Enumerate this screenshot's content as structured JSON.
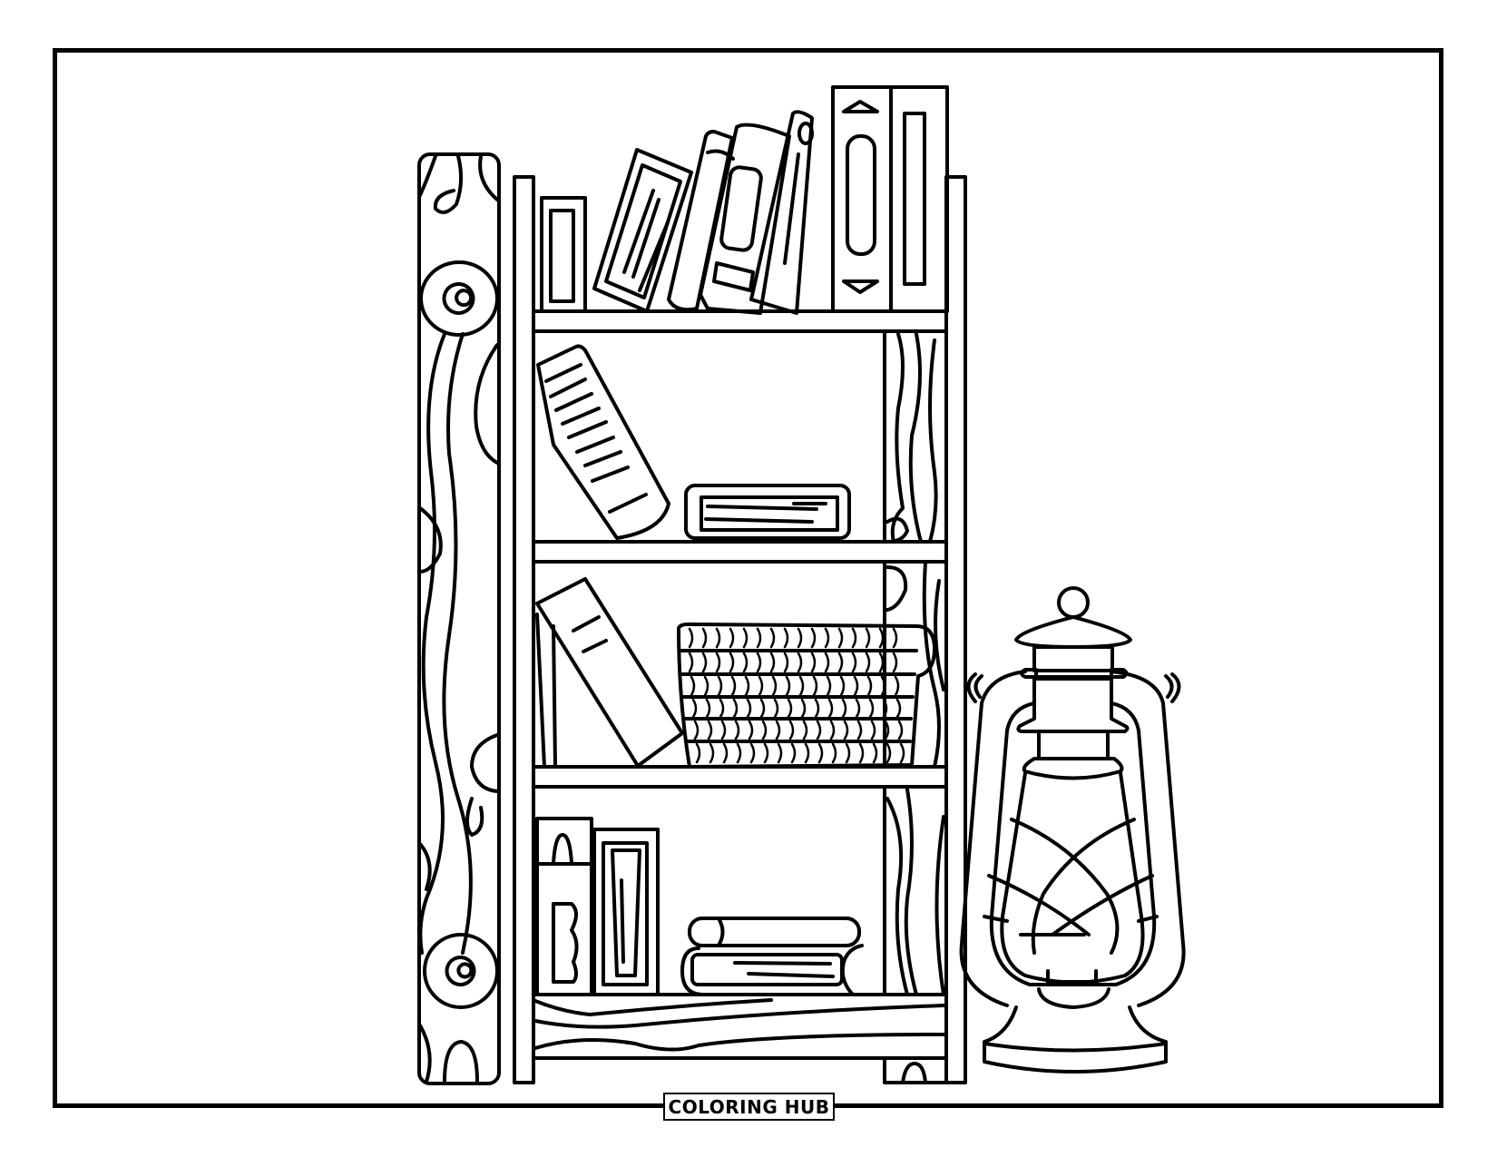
{
  "page": {
    "type": "coloring-page",
    "subject": "bookshelf-with-lantern",
    "colors": {
      "background": "#ffffff",
      "line": "#000000"
    }
  },
  "badge": {
    "label": "COLORING HUB"
  },
  "illustration": {
    "objects": [
      {
        "name": "wooden-log-post",
        "position": "left"
      },
      {
        "name": "bookshelf",
        "shelves": 4
      },
      {
        "name": "books-top-shelf",
        "count": 8
      },
      {
        "name": "leaning-book-second-shelf"
      },
      {
        "name": "lying-book-second-shelf"
      },
      {
        "name": "leaning-book-third-shelf"
      },
      {
        "name": "woven-basket-third-shelf"
      },
      {
        "name": "books-bottom-shelf",
        "upright": 2,
        "stacked": 2
      },
      {
        "name": "oil-lantern",
        "position": "right"
      }
    ]
  }
}
